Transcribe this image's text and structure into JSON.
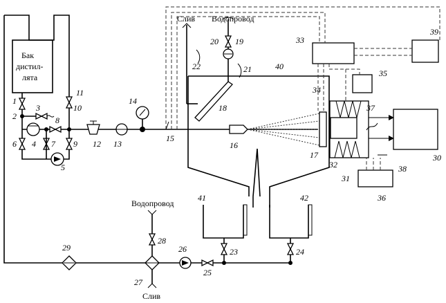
{
  "texts": {
    "tank_line1": "Бак",
    "tank_line2": "дистил-",
    "tank_line3": "лята",
    "drain_top": "Слив",
    "water_top": "Водопровод",
    "water_bottom": "Водопровод",
    "drain_bottom": "Слив"
  },
  "labels": {
    "n1": "1",
    "n2": "2",
    "n3": "3",
    "n4": "4",
    "n5": "5",
    "n6": "6",
    "n7": "7",
    "n8": "8",
    "n9": "9",
    "n10": "10",
    "n11": "11",
    "n12": "12",
    "n13": "13",
    "n14": "14",
    "n15": "15",
    "n16": "16",
    "n17": "17",
    "n18": "18",
    "n19": "19",
    "n20": "20",
    "n21": "21",
    "n22": "22",
    "n23": "23",
    "n24": "24",
    "n25": "25",
    "n26": "26",
    "n27": "27",
    "n28": "28",
    "n29": "29",
    "n30": "30",
    "n31": "31",
    "n32": "32",
    "n33": "33",
    "n34": "34",
    "n35": "35",
    "n36": "36",
    "n37": "37",
    "n38": "38",
    "n39": "39",
    "n40": "40",
    "n41": "41",
    "n42": "42"
  }
}
